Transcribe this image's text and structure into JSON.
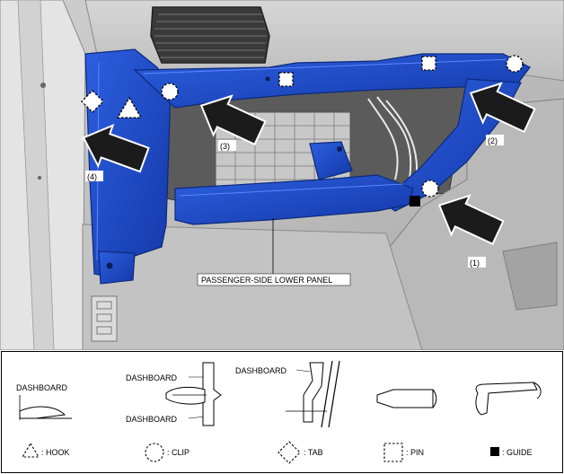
{
  "callouts": {
    "c1": "(1)",
    "c2": "(2)",
    "c3": "(3)",
    "c4": "(4)",
    "panel": "PASSENGER-SIDE LOWER PANEL"
  },
  "legend": {
    "hook_dashboard": "DASHBOARD",
    "clip_dashboard_top": "DASHBOARD",
    "clip_dashboard_bottom": "DASHBOARD",
    "tab_dashboard": "DASHBOARD",
    "hook": ": HOOK",
    "clip": ": CLIP",
    "tab": ": TAB",
    "pin": ": PIN",
    "guide": ": GUIDE"
  },
  "colors": {
    "panel_blue": "#1a49c8",
    "arrow_dark": "#1b1b1b"
  }
}
